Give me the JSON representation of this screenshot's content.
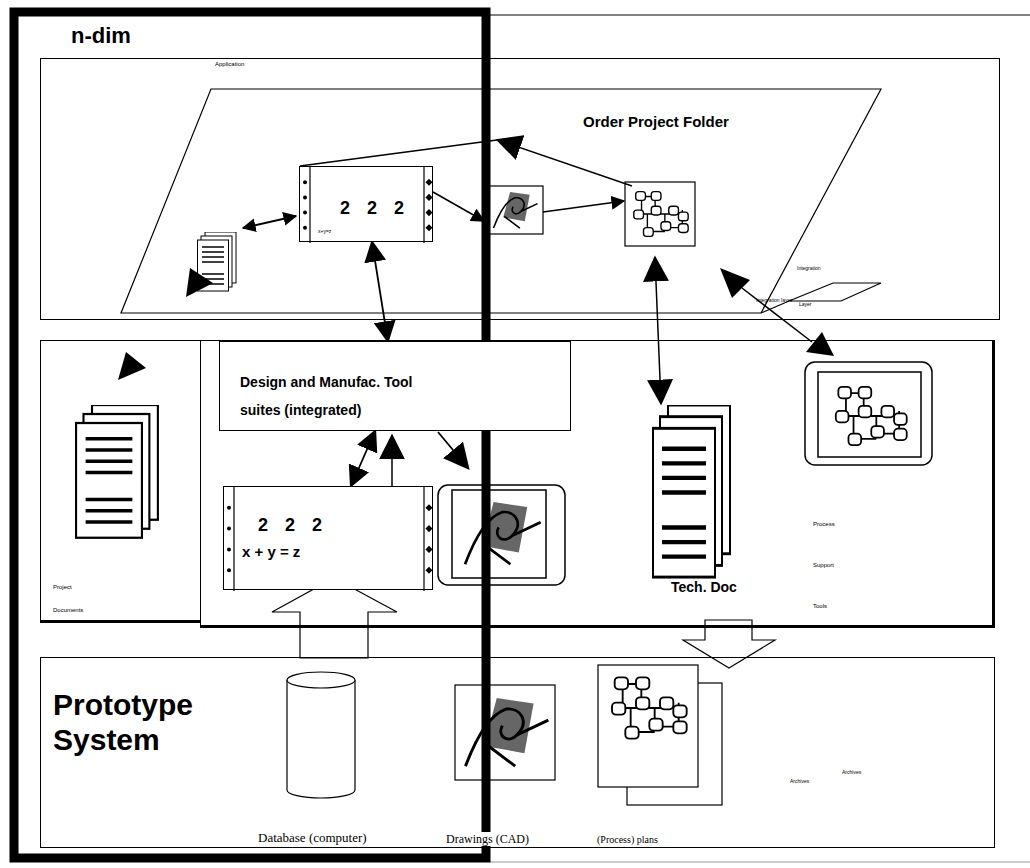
{
  "diagram": {
    "nodes": [
      {
        "text": [
          "n-dim",
          "Application"
        ]
      },
      {
        "text": [
          "Order Project Folder"
        ],
        "in": 0
      },
      {
        "text": [
          "2 2 2",
          "x+y=z"
        ],
        "in": 1
      },
      {
        "text": [
          "Project Documents"
        ]
      },
      {
        "text": [
          "Tech. Doc",
          "Process Support Tools"
        ]
      },
      {
        "text": [
          "Design and Manufac. Tool suites (integrated)"
        ],
        "in": 4
      },
      {
        "text": [
          "2 2 2",
          "x + y = z"
        ],
        "in": 4
      },
      {
        "text": [
          "Prototype System"
        ]
      }
    ],
    "edges": [
      {
        "from": 2,
        "to": 5,
        "arrow": "both"
      },
      {
        "from": 6,
        "to": 5,
        "arrow": "both"
      }
    ],
    "labels": [
      "Integration",
      "Integration layer",
      "Layer",
      "Database (computer)",
      "Drawings (CAD)",
      "(Process) plans",
      "Archives",
      "Archives"
    ]
  }
}
